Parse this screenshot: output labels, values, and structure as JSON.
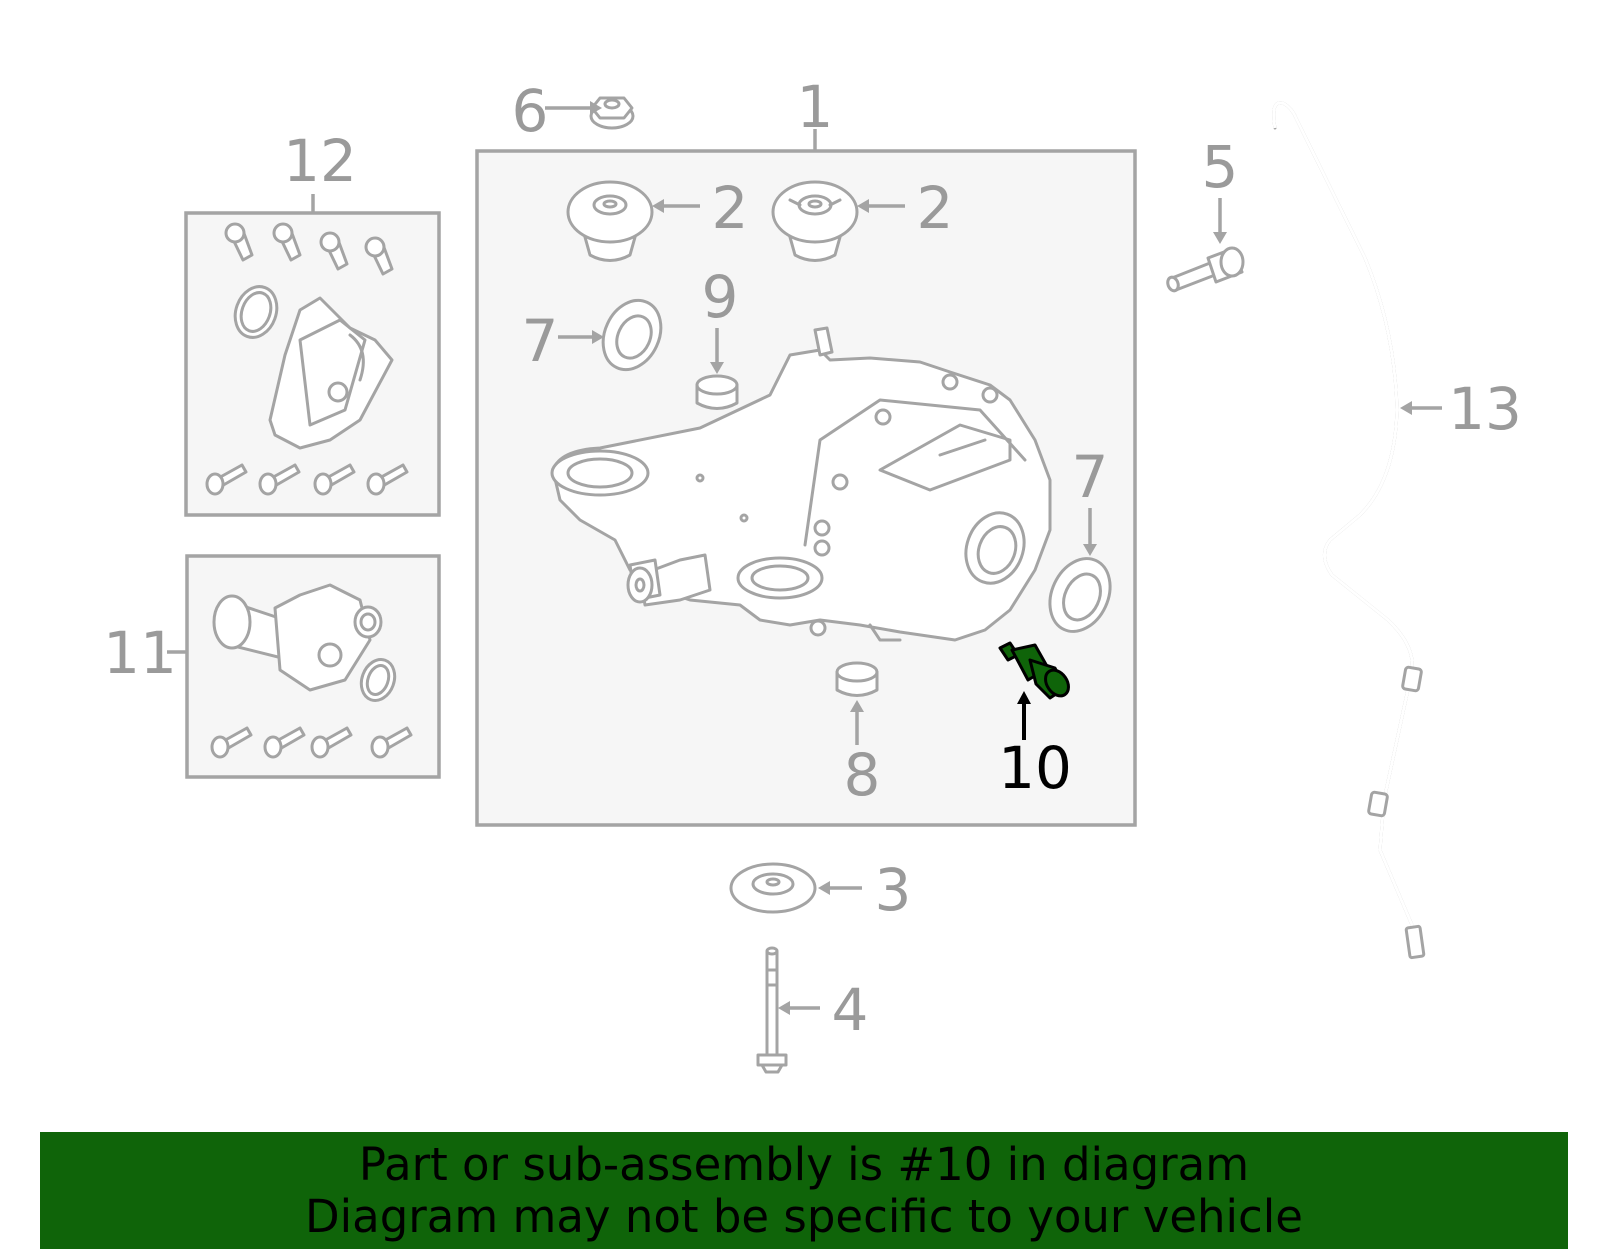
{
  "diagram": {
    "callouts": [
      {
        "id": "1",
        "label": "1"
      },
      {
        "id": "2a",
        "label": "2"
      },
      {
        "id": "2b",
        "label": "2"
      },
      {
        "id": "3",
        "label": "3"
      },
      {
        "id": "4",
        "label": "4"
      },
      {
        "id": "5",
        "label": "5"
      },
      {
        "id": "6",
        "label": "6"
      },
      {
        "id": "7a",
        "label": "7"
      },
      {
        "id": "7b",
        "label": "7"
      },
      {
        "id": "8",
        "label": "8"
      },
      {
        "id": "9",
        "label": "9"
      },
      {
        "id": "10",
        "label": "10",
        "highlighted": true
      },
      {
        "id": "11",
        "label": "11"
      },
      {
        "id": "12",
        "label": "12"
      },
      {
        "id": "13",
        "label": "13"
      }
    ],
    "highlight_color": "#0f6409",
    "line_color": "#a4a4a4"
  },
  "banner": {
    "line1": "Part or sub-assembly is #10 in diagram",
    "line2": "Diagram may not be specific to your vehicle",
    "background": "#0f6409"
  }
}
